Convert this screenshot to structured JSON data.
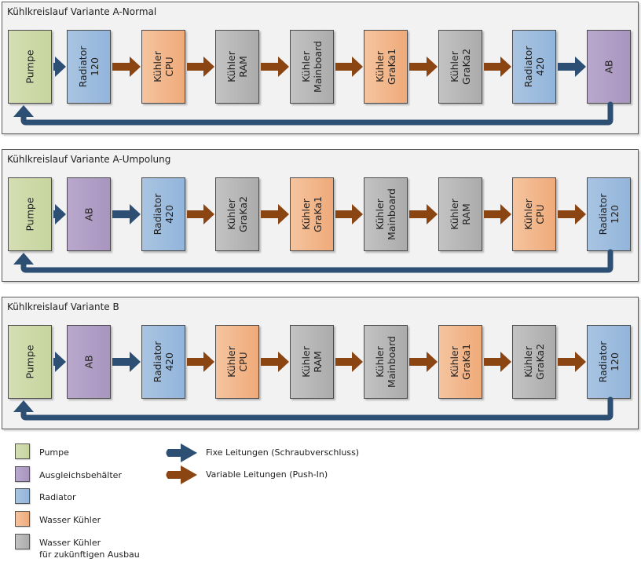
{
  "colors": {
    "fixed_line": "#2d4f73",
    "variable_line": "#8b4513",
    "pumpe": "#cad7a5",
    "ab": "#ad9bc4",
    "radiator": "#9dbcde",
    "kuehler": "#f1b387",
    "future": "#b5b5b5"
  },
  "variants": [
    {
      "title": "Kühlkreislauf Variante A-Normal",
      "components": [
        {
          "label": "Pumpe",
          "type": "pumpe"
        },
        {
          "label": "Radiator\n120",
          "type": "radiator"
        },
        {
          "label": "Kühler\nCPU",
          "type": "kuehler"
        },
        {
          "label": "Kühler\nRAM",
          "type": "future"
        },
        {
          "label": "Kühler\nMainboard",
          "type": "future"
        },
        {
          "label": "Kühler\nGraKa1",
          "type": "kuehler"
        },
        {
          "label": "Kühler\nGraKa2",
          "type": "future"
        },
        {
          "label": "Radiator\n420",
          "type": "radiator"
        },
        {
          "label": "AB",
          "type": "ab"
        }
      ],
      "connections": [
        "fixed",
        "variable",
        "variable",
        "variable",
        "variable",
        "variable",
        "variable",
        "fixed"
      ],
      "return_line": "fixed"
    },
    {
      "title": "Kühlkreislauf Variante A-Umpolung",
      "components": [
        {
          "label": "Pumpe",
          "type": "pumpe"
        },
        {
          "label": "AB",
          "type": "ab"
        },
        {
          "label": "Radiator\n420",
          "type": "radiator"
        },
        {
          "label": "Kühler\nGraKa2",
          "type": "future"
        },
        {
          "label": "Kühler\nGraKa1",
          "type": "kuehler"
        },
        {
          "label": "Kühler\nMainboard",
          "type": "future"
        },
        {
          "label": "Kühler\nRAM",
          "type": "future"
        },
        {
          "label": "Kühler\nCPU",
          "type": "kuehler"
        },
        {
          "label": "Radiator\n120",
          "type": "radiator"
        }
      ],
      "connections": [
        "fixed",
        "fixed",
        "variable",
        "variable",
        "variable",
        "variable",
        "variable",
        "variable"
      ],
      "return_line": "fixed"
    },
    {
      "title": "Kühlkreislauf Variante B",
      "components": [
        {
          "label": "Pumpe",
          "type": "pumpe"
        },
        {
          "label": "AB",
          "type": "ab"
        },
        {
          "label": "Radiator\n420",
          "type": "radiator"
        },
        {
          "label": "Kühler\nCPU",
          "type": "kuehler"
        },
        {
          "label": "Kühler\nRAM",
          "type": "future"
        },
        {
          "label": "Kühler\nMainboard",
          "type": "future"
        },
        {
          "label": "Kühler\nGraKa1",
          "type": "kuehler"
        },
        {
          "label": "Kühler\nGraKa2",
          "type": "future"
        },
        {
          "label": "Radiator\n120",
          "type": "radiator"
        }
      ],
      "connections": [
        "fixed",
        "fixed",
        "variable",
        "variable",
        "variable",
        "variable",
        "variable",
        "variable"
      ],
      "return_line": "fixed"
    }
  ],
  "legend": {
    "components": [
      {
        "type": "pumpe",
        "label": "Pumpe"
      },
      {
        "type": "ab",
        "label": "Ausgleichsbehälter"
      },
      {
        "type": "radiator",
        "label": "Radiator"
      },
      {
        "type": "kuehler",
        "label": "Wasser Kühler"
      },
      {
        "type": "future",
        "label": "Wasser Kühler\nfür zukünftigen Ausbau"
      }
    ],
    "lines": [
      {
        "type": "fixed",
        "label": "Fixe Leitungen (Schraubverschluss)"
      },
      {
        "type": "variable",
        "label": "Variable Leitungen (Push-In)"
      }
    ]
  }
}
